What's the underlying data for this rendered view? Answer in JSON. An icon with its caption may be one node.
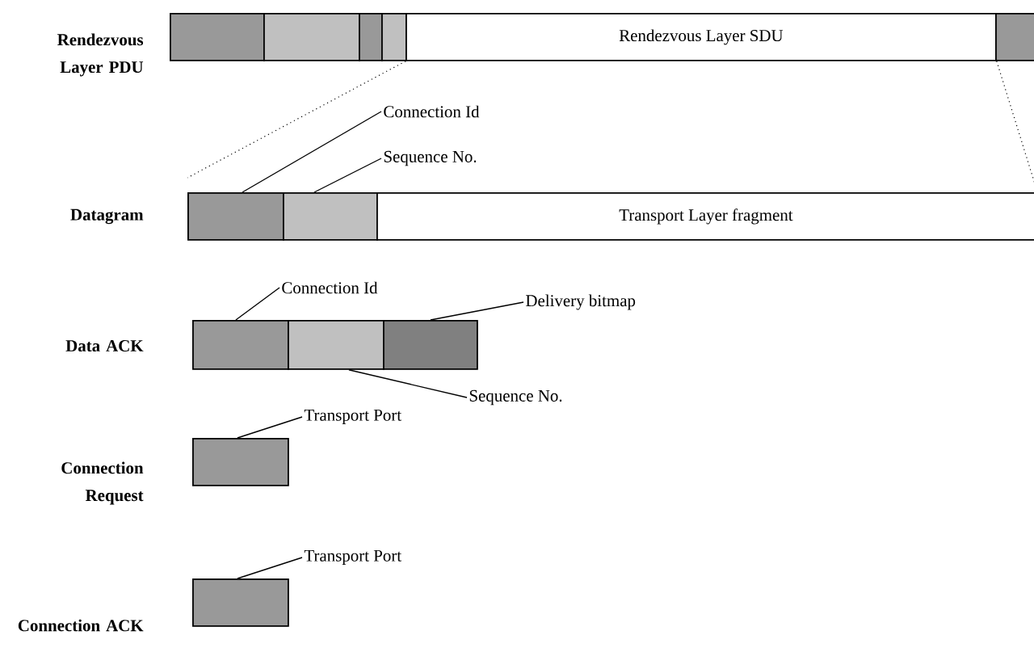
{
  "diagram": {
    "nodes": [
      {
        "text": [],
        "shape": "box"
      },
      {
        "text": [],
        "shape": "box"
      },
      {
        "text": [],
        "shape": "box"
      },
      {
        "text": [],
        "shape": "box"
      },
      {
        "text": [
          "Rendezvous Layer SDU"
        ]
      },
      {
        "text": [],
        "shape": "box"
      },
      {
        "text": [
          "Connection Id"
        ]
      },
      {
        "text": [
          "Sequence No."
        ]
      },
      {
        "text": [],
        "shape": "box"
      },
      {
        "text": [],
        "shape": "box"
      },
      {
        "text": [
          "Transport Layer fragment"
        ]
      },
      {
        "text": [
          "Connection Id"
        ]
      },
      {
        "text": [
          "Delivery bitmap"
        ]
      },
      {
        "text": [],
        "shape": "box"
      },
      {
        "text": [],
        "shape": "box"
      },
      {
        "text": [],
        "shape": "box"
      },
      {
        "text": [
          "Sequence No."
        ]
      },
      {
        "text": [
          "Transport  Port"
        ]
      },
      {
        "text": [],
        "shape": "box"
      },
      {
        "text": [
          "Transport Port"
        ]
      },
      {
        "text": [],
        "shape": "box"
      }
    ],
    "edges": [
      {
        "from": 4,
        "to": 8,
        "arrow": "none",
        "style": "dashed"
      },
      {
        "from": 4,
        "to": 10,
        "arrow": "none",
        "style": "dashed"
      },
      {
        "from": 6,
        "to": 8,
        "arrow": "none"
      },
      {
        "from": 7,
        "to": 9,
        "arrow": "none"
      },
      {
        "from": 11,
        "to": 13,
        "arrow": "none"
      },
      {
        "from": 12,
        "to": 15,
        "arrow": "none"
      },
      {
        "from": 16,
        "to": 14,
        "arrow": "none"
      },
      {
        "from": 17,
        "to": 18,
        "arrow": "none"
      },
      {
        "from": 19,
        "to": 20,
        "arrow": "none"
      }
    ],
    "labels": [
      "Rendezvous Layer PDU",
      "Datagram",
      "Data ACK",
      "Connection Request",
      "Connection ACK"
    ]
  }
}
